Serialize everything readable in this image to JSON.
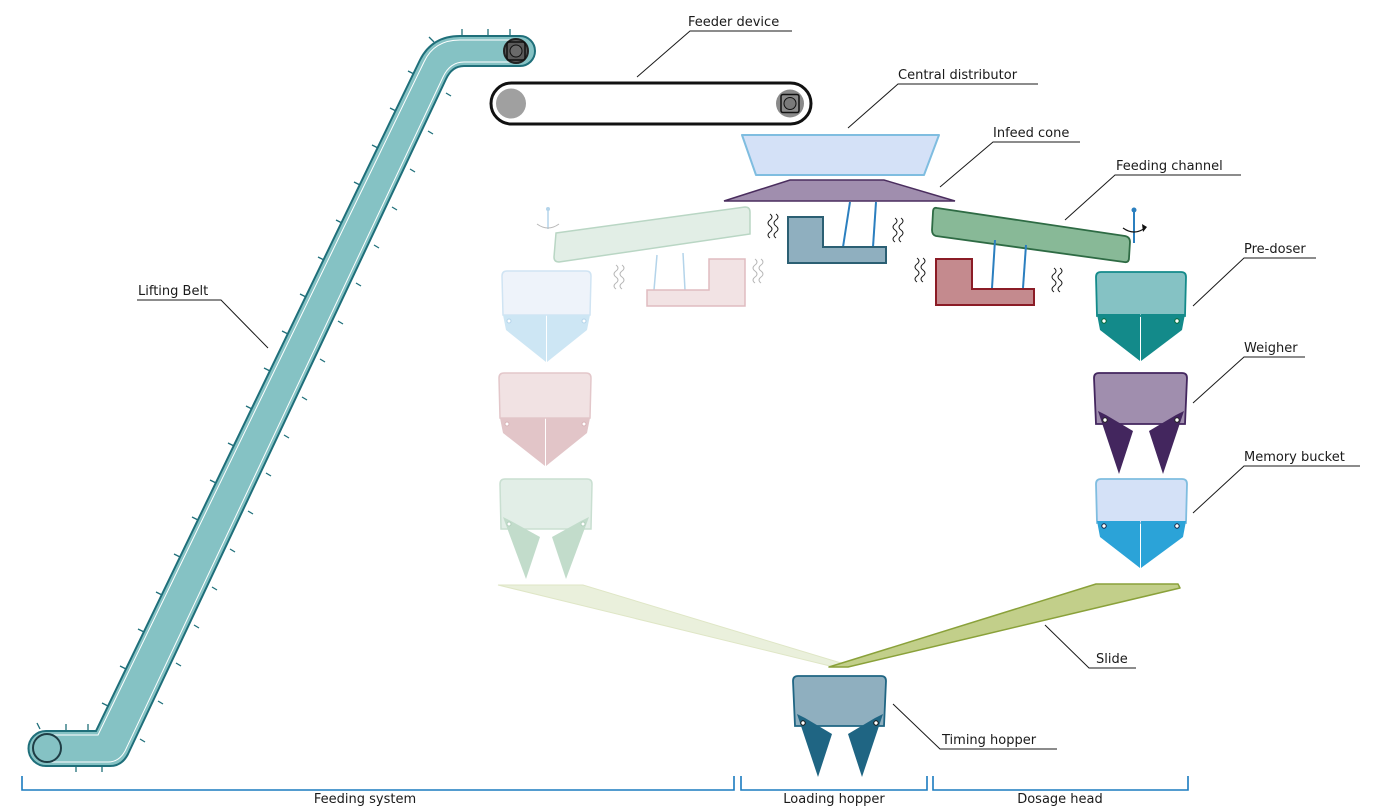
{
  "labels": {
    "feeder_device": "Feeder device",
    "central_distributor": "Central distributor",
    "infeed_cone": "Infeed cone",
    "feeding_channel": "Feeding channel",
    "pre_doser": "Pre-doser",
    "weigher": "Weigher",
    "memory_bucket": "Memory bucket",
    "lifting_belt": "Lifting Belt",
    "slide": "Slide",
    "timing_hopper": "Timing hopper"
  },
  "sections": {
    "feeding_system": "Feeding system",
    "loading_hopper": "Loading hopper",
    "dosage_head": "Dosage head"
  },
  "colors": {
    "belt": "#85c2c4",
    "belt_edge": "#1f6f7a",
    "distributor": "#d4e1f7",
    "distributor_edge": "#7fbde0",
    "cone": "#a08eae",
    "cone_edge": "#4a2d5e",
    "channel": "#88b997",
    "channel_edge": "#2e6b44",
    "vibrator_blue": "#8fafbf",
    "vibrator_blue_edge": "#2b5f73",
    "vibrator_red": "#c48a8e",
    "vibrator_red_edge": "#8b1c26",
    "predoser_top": "#85c2c4",
    "predoser_gate": "#138a8a",
    "weigher_top": "#a08eae",
    "weigher_gate": "#43265e",
    "memory_top": "#d4e1f7",
    "memory_gate": "#2ba3d8",
    "slide": "#c2cf8a",
    "slide_edge": "#8aa13a",
    "timing_top": "#8fafbf",
    "timing_gate": "#1f6583",
    "brace": "#1a7bbf"
  }
}
